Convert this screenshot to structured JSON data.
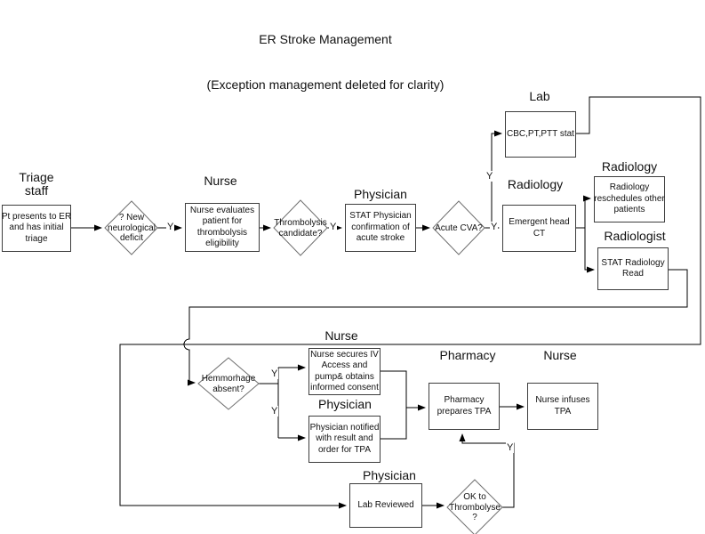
{
  "title": {
    "line1": "ER Stroke Management",
    "line2": "(Exception management deleted for clarity)"
  },
  "yes": "Y",
  "roles": {
    "triage": "Triage\nstaff",
    "nurse_eval": "Nurse",
    "physician_confirm": "Physician",
    "lab": "Lab",
    "radiology_ct": "Radiology",
    "radiology_resched": "Radiology",
    "radiologist": "Radiologist",
    "nurse_iv": "Nurse",
    "physician_notify": "Physician",
    "pharmacy": "Pharmacy",
    "nurse_infuse": "Nurse",
    "physician_lab": "Physician"
  },
  "processes": {
    "triage": "Pt presents to ER\nand has initial\ntriage",
    "nurse_eval": "Nurse evaluates\npatient for\nthrombolysis\neligibility",
    "physician_confirm": "STAT Physician\nconfirmation of\nacute stroke",
    "lab_stat": "CBC,PT,PTT stat",
    "head_ct": "Emergent head\nCT",
    "radiology_resched": "Radiology\nreschedules other\npatients",
    "stat_read": "STAT Radiology\nRead",
    "nurse_iv": "Nurse secures IV\nAccess and\npump& obtains\ninformed consent",
    "physician_notify": "Physician notified\nwith result and\norder for TPA",
    "pharmacy": "Pharmacy\nprepares TPA",
    "nurse_infuse": "Nurse infuses\nTPA",
    "lab_reviewed": "Lab Reviewed"
  },
  "decisions": {
    "new_deficit": "? New\nneurological\ndeficit",
    "thrombolysis": "Thrombolysis\ncandidate?",
    "acute_cva": "Acute CVA?",
    "hemorrhage": "Hemmorhage\nabsent?",
    "ok_thrombolyse": "OK to\nThrombolyse\n?"
  }
}
